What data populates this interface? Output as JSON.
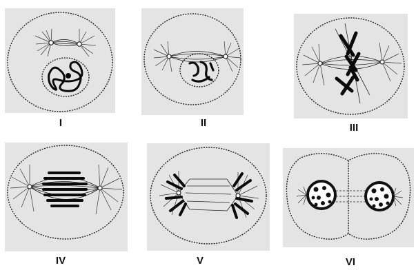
{
  "figure": {
    "stages": [
      {
        "id": "I",
        "label": "I"
      },
      {
        "id": "II",
        "label": "II"
      },
      {
        "id": "III",
        "label": "III"
      },
      {
        "id": "IV",
        "label": "IV"
      },
      {
        "id": "V",
        "label": "V"
      },
      {
        "id": "VI",
        "label": "VI"
      }
    ]
  },
  "colors": {
    "panel": "#e4e4e4",
    "ink": "#111111"
  }
}
